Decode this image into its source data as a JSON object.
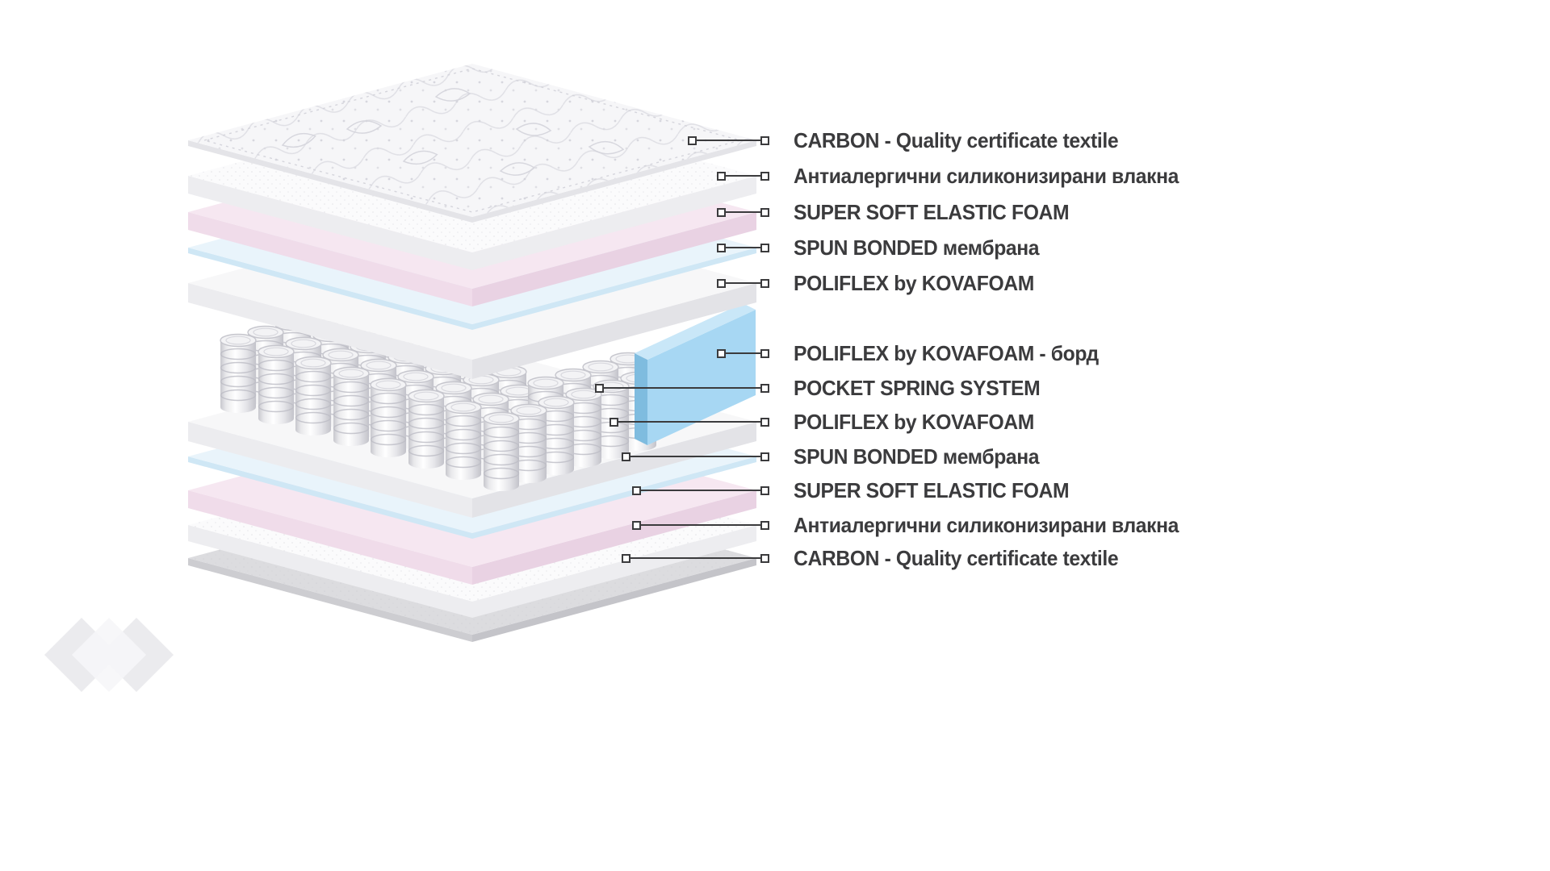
{
  "labels": [
    {
      "text": "CARBON - Quality certificate textile"
    },
    {
      "text": "Антиалергични силиконизирани влакна"
    },
    {
      "text": "SUPER SOFT ELASTIC FOAM"
    },
    {
      "text": "SPUN BONDED мембрана"
    },
    {
      "text": "POLIFLEX by KOVAFOAM"
    },
    {
      "text": "POLIFLEX by KOVAFOAM - борд"
    },
    {
      "text": "POCKET SPRING SYSTEM"
    },
    {
      "text": "POLIFLEX by KOVAFOAM"
    },
    {
      "text": "SPUN BONDED мембрана"
    },
    {
      "text": "SUPER SOFT ELASTIC FOAM"
    },
    {
      "text": "Антиалергични силиконизирани влакна"
    },
    {
      "text": "CARBON - Quality certificate textile"
    }
  ],
  "colors": {
    "text": "#3b3b3d",
    "line": "#3b3b3d",
    "quilt_top": "#f6f6f8",
    "quilt_side": "#e4e4e8",
    "fiber_top": "#fbfbfc",
    "fiber_side": "#ededf0",
    "pink_top": "#f6e7f1",
    "pink_left": "#f0dcea",
    "pink_right": "#e9d2e3",
    "membrane_top": "#e9f4fb",
    "membrane_side": "#cfe7f5",
    "foam_top": "#f7f7f8",
    "foam_left": "#ececef",
    "foam_right": "#e3e3e7",
    "gray_top": "#dcdcdf",
    "gray_left": "#cdcdd1",
    "gray_right": "#c4c4c9",
    "board_top": "#c9e7f8",
    "board_front": "#a7d7f3",
    "board_left": "#7fbcdf",
    "watermark": "#ebebee"
  }
}
